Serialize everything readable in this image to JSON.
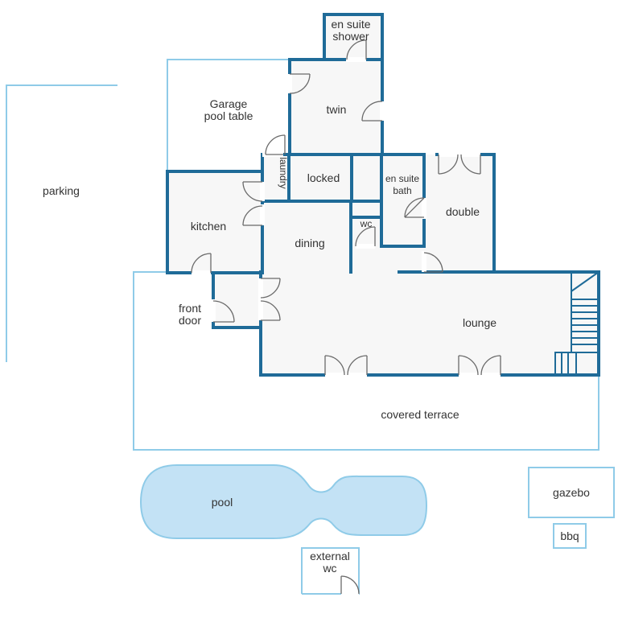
{
  "labels": {
    "parking": "parking",
    "garage_l1": "Garage",
    "garage_l2": "pool table",
    "en_suite_shower_l1": "en suite",
    "en_suite_shower_l2": "shower",
    "twin": "twin",
    "laundry": "laundry",
    "locked": "locked",
    "en_suite_bath_l1": "en suite",
    "en_suite_bath_l2": "bath",
    "double": "double",
    "kitchen": "kitchen",
    "wc": "wc",
    "dining": "dining",
    "front_door_l1": "front",
    "front_door_l2": "door",
    "lounge": "lounge",
    "covered_terrace": "covered terrace",
    "pool": "pool",
    "gazebo": "gazebo",
    "bbq": "bbq",
    "external_wc_l1": "external",
    "external_wc_l2": "wc"
  },
  "colors": {
    "wall": "#1f6b98",
    "outline": "#8fcbe8",
    "room_fill": "#f7f7f7",
    "pool_fill": "#c3e2f5"
  }
}
